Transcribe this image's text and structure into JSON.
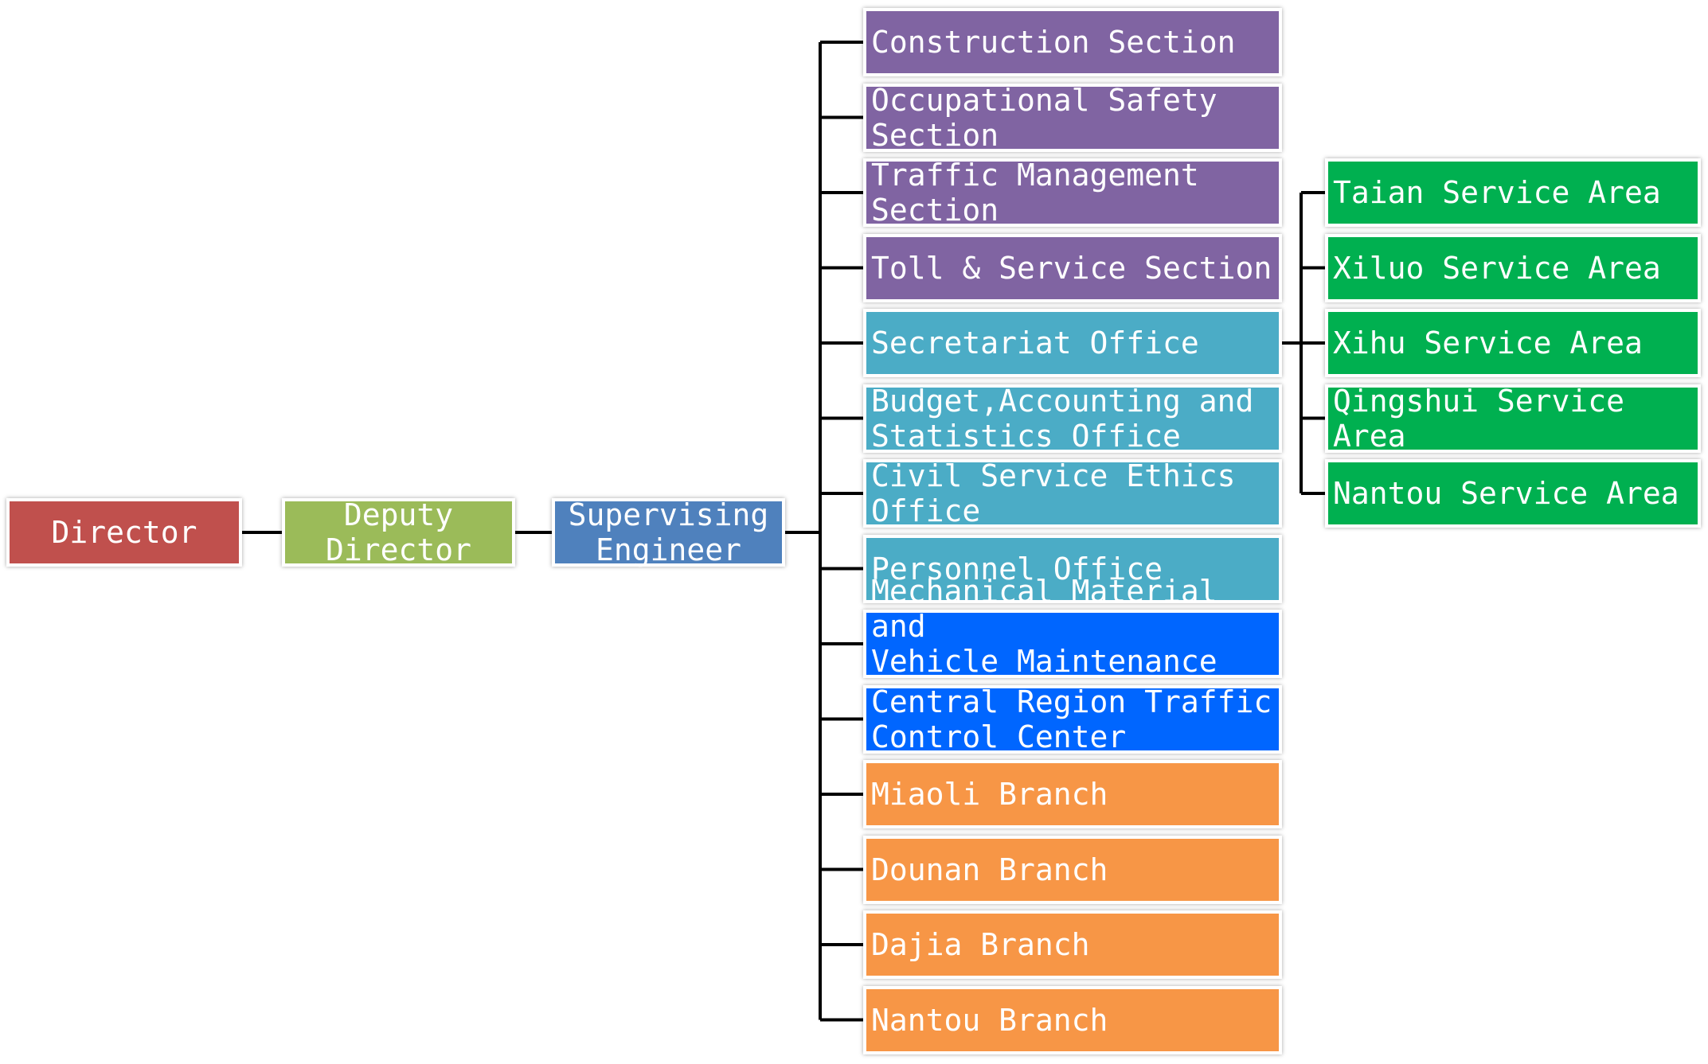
{
  "chain": {
    "director": "Director",
    "deputy_director": "Deputy\nDirector",
    "supervising_engineer": "Supervising\nEngineer"
  },
  "units": [
    {
      "label": "Construction Section",
      "group": "section"
    },
    {
      "label": "Occupational Safety Section",
      "group": "section"
    },
    {
      "label": "Traffic Management Section",
      "group": "section"
    },
    {
      "label": "Toll & Service Section",
      "group": "section"
    },
    {
      "label": "Secretariat Office",
      "group": "office"
    },
    {
      "label": "Budget,Accounting and\nStatistics Office",
      "group": "office"
    },
    {
      "label": "Civil Service Ethics Office",
      "group": "office"
    },
    {
      "label": "Personnel Office",
      "group": "office"
    },
    {
      "label": "Mechanical Material and\nVehicle Maintenance Plant",
      "group": "plant"
    },
    {
      "label": "Central Region Traffic\nControl Center",
      "group": "plant"
    },
    {
      "label": "Miaoli Branch",
      "group": "branch"
    },
    {
      "label": "Dounan Branch",
      "group": "branch"
    },
    {
      "label": "Dajia Branch",
      "group": "branch"
    },
    {
      "label": "Nantou Branch",
      "group": "branch"
    }
  ],
  "service_areas": [
    "Taian Service Area",
    "Xiluo Service Area",
    "Xihu Service Area",
    "Qingshui Service Area",
    "Nantou Service Area"
  ],
  "colors": {
    "director": "#c0504d",
    "deputy_director": "#9bbb59",
    "supervising_engineer": "#4f81bd",
    "section": "#8064a2",
    "office": "#4bacc6",
    "plant": "#0066ff",
    "branch": "#f79646",
    "service_area": "#00b050"
  }
}
